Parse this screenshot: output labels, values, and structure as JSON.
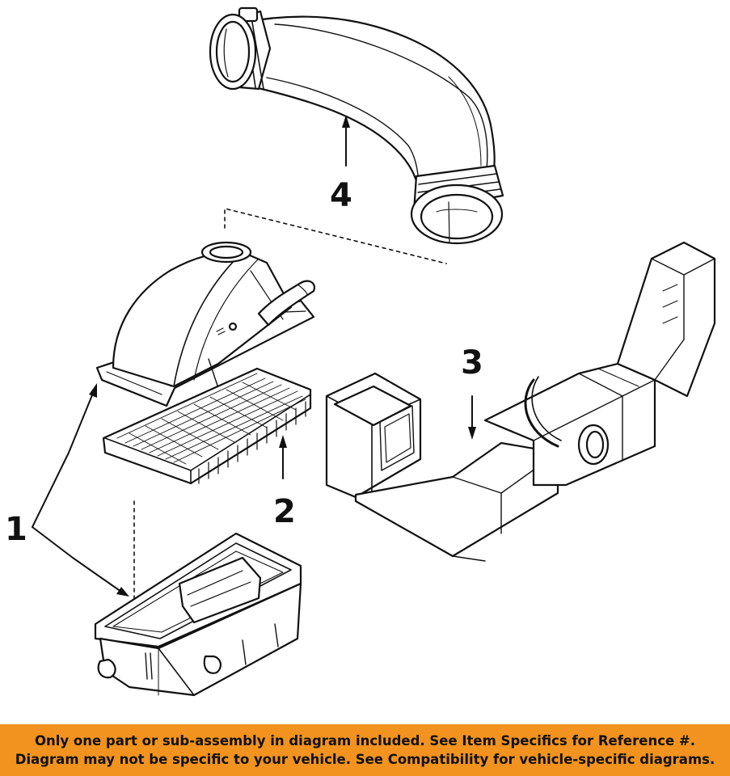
{
  "callouts": {
    "air_cleaner_assembly": "1",
    "air_filter": "2",
    "intake_duct": "3",
    "outlet_hose": "4"
  },
  "banner": {
    "line1": "Only one part or sub-assembly in diagram included. See Item Specifics for Reference #.",
    "line2": "Diagram may not be specific to your vehicle. See Compatibility for vehicle-specific diagrams."
  },
  "colors": {
    "banner_background": "#f2931f",
    "line_art": "#111111",
    "background": "#ffffff"
  }
}
